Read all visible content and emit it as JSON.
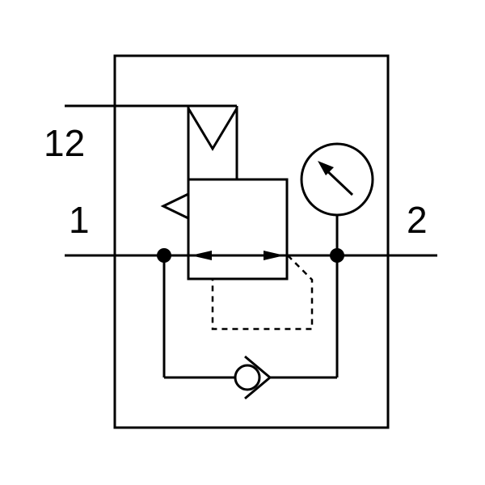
{
  "diagram": {
    "ports": {
      "pilot": "12",
      "inlet": "1",
      "outlet": "2"
    }
  },
  "colors": {
    "stroke": "#000000",
    "background": "#ffffff"
  }
}
